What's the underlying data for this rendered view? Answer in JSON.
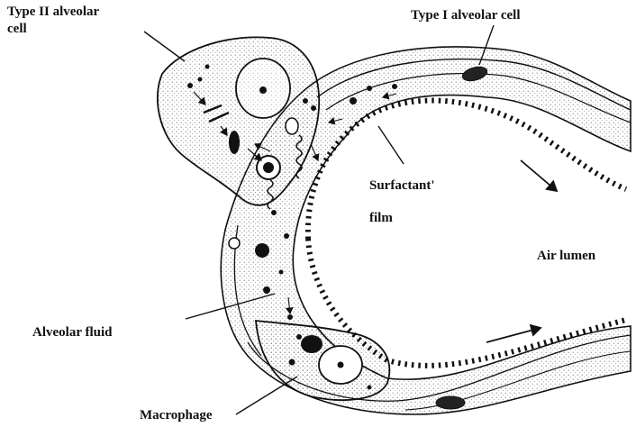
{
  "labels": {
    "type2_line1": "Type II alveolar",
    "type2_line2": "cell",
    "type1": "Type I alveolar cell",
    "surfactant_line1": "Surfactant'",
    "surfactant_line2": "film",
    "air_lumen": "Air lumen",
    "alveolar_fluid": "Alveolar fluid",
    "macrophage": "Macrophage"
  },
  "colors": {
    "ink": "#111111",
    "stipple": "#555555",
    "background": "#ffffff"
  }
}
